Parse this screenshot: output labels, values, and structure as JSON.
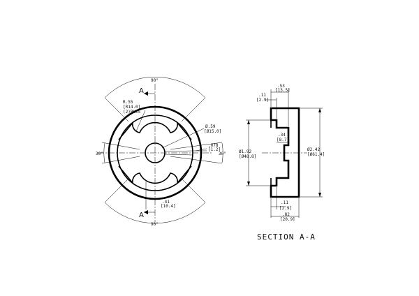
{
  "front_view": {
    "angle_top": "90°",
    "angle_bottom": "90°",
    "angle_left": "30°",
    "angle_right": "30°",
    "section_mark_top": "A",
    "section_mark_bottom": "A",
    "radius_callout": [
      "R.55",
      "[R14.0]",
      "(2)PLCS"
    ],
    "hole_callout": [
      "Ø.59",
      "[Ø15.0]"
    ],
    "slot_callout": [
      ".078",
      "[1.2]"
    ],
    "offset_callout": [
      ".41",
      "[10.4]"
    ]
  },
  "section_view": {
    "top_depth": [
      ".53",
      "[13.5]"
    ],
    "lip_height_top": [
      ".11",
      "[2.9]"
    ],
    "inner_diameter": [
      "Ø1.92",
      "[Ø48.8]"
    ],
    "step_depth": [
      ".34",
      "[8.7]"
    ],
    "outer_diameter": [
      "Ø2.42",
      "[Ø61.4]"
    ],
    "lip_height_bottom": [
      ".11",
      "[2.9]"
    ],
    "overall_length": [
      ".82",
      "[20.9]"
    ],
    "title": "SECTION A-A"
  }
}
